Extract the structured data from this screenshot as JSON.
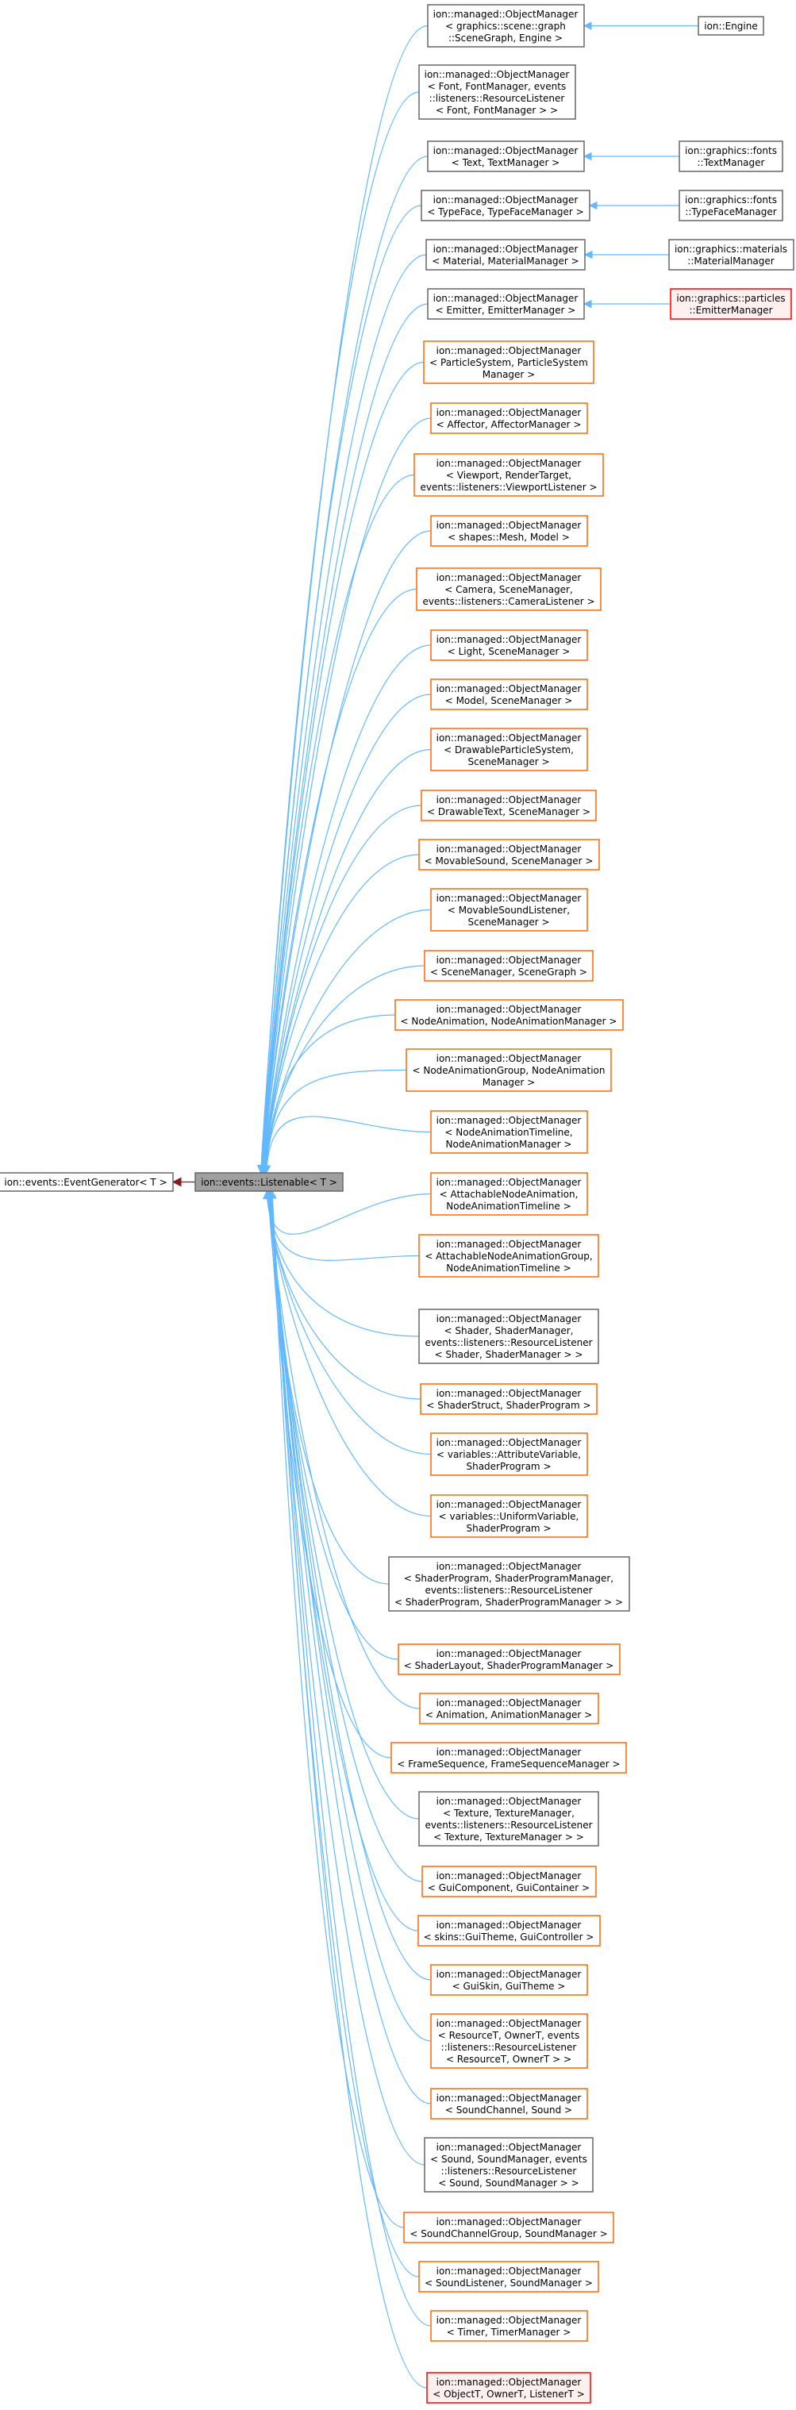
{
  "root": {
    "base": {
      "lines": [
        "ion::events::EventGenerator< T >"
      ],
      "style": "plain"
    },
    "center": {
      "lines": [
        "ion::events::Listenable< T >"
      ],
      "style": "gray"
    }
  },
  "colors": {
    "plain": "#666666",
    "orange": "#ff6600",
    "red": "#ff0000",
    "gray_fill": "#a0a0a0",
    "edge_blue": "#63b8ff",
    "edge_red": "#8b1a1a"
  },
  "managers": [
    {
      "lines": [
        "ion::managed::ObjectManager",
        "< graphics::scene::graph",
        "::SceneGraph, Engine >"
      ],
      "style": "plain",
      "child": {
        "lines": [
          "ion::Engine"
        ],
        "style": "plain"
      }
    },
    {
      "lines": [
        "ion::managed::ObjectManager",
        "< Font, FontManager, events",
        "::listeners::ResourceListener",
        "< Font, FontManager > >"
      ],
      "style": "plain"
    },
    {
      "lines": [
        "ion::managed::ObjectManager",
        "< Text, TextManager >"
      ],
      "style": "plain",
      "child": {
        "lines": [
          "ion::graphics::fonts",
          "::TextManager"
        ],
        "style": "plain"
      }
    },
    {
      "lines": [
        "ion::managed::ObjectManager",
        "< TypeFace, TypeFaceManager >"
      ],
      "style": "plain",
      "child": {
        "lines": [
          "ion::graphics::fonts",
          "::TypeFaceManager"
        ],
        "style": "plain"
      }
    },
    {
      "lines": [
        "ion::managed::ObjectManager",
        "< Material, MaterialManager >"
      ],
      "style": "plain",
      "child": {
        "lines": [
          "ion::graphics::materials",
          "::MaterialManager"
        ],
        "style": "plain"
      }
    },
    {
      "lines": [
        "ion::managed::ObjectManager",
        "< Emitter, EmitterManager >"
      ],
      "style": "plain",
      "child": {
        "lines": [
          "ion::graphics::particles",
          "::EmitterManager"
        ],
        "style": "red"
      }
    },
    {
      "lines": [
        "ion::managed::ObjectManager",
        "< ParticleSystem, ParticleSystem",
        "Manager >"
      ],
      "style": "orange"
    },
    {
      "lines": [
        "ion::managed::ObjectManager",
        "< Affector, AffectorManager >"
      ],
      "style": "orange"
    },
    {
      "lines": [
        "ion::managed::ObjectManager",
        "< Viewport, RenderTarget,",
        "events::listeners::ViewportListener >"
      ],
      "style": "orange"
    },
    {
      "lines": [
        "ion::managed::ObjectManager",
        "< shapes::Mesh, Model >"
      ],
      "style": "orange"
    },
    {
      "lines": [
        "ion::managed::ObjectManager",
        "< Camera, SceneManager,",
        "events::listeners::CameraListener >"
      ],
      "style": "orange"
    },
    {
      "lines": [
        "ion::managed::ObjectManager",
        "< Light, SceneManager >"
      ],
      "style": "orange"
    },
    {
      "lines": [
        "ion::managed::ObjectManager",
        "< Model, SceneManager >"
      ],
      "style": "orange"
    },
    {
      "lines": [
        "ion::managed::ObjectManager",
        "< DrawableParticleSystem,",
        "SceneManager >"
      ],
      "style": "orange"
    },
    {
      "lines": [
        "ion::managed::ObjectManager",
        "< DrawableText, SceneManager >"
      ],
      "style": "orange"
    },
    {
      "lines": [
        "ion::managed::ObjectManager",
        "< MovableSound, SceneManager >"
      ],
      "style": "orange"
    },
    {
      "lines": [
        "ion::managed::ObjectManager",
        "< MovableSoundListener,",
        "SceneManager >"
      ],
      "style": "orange"
    },
    {
      "lines": [
        "ion::managed::ObjectManager",
        "< SceneManager, SceneGraph >"
      ],
      "style": "orange"
    },
    {
      "lines": [
        "ion::managed::ObjectManager",
        "< NodeAnimation, NodeAnimationManager >"
      ],
      "style": "orange"
    },
    {
      "lines": [
        "ion::managed::ObjectManager",
        "< NodeAnimationGroup, NodeAnimation",
        "Manager >"
      ],
      "style": "orange"
    },
    {
      "lines": [
        "ion::managed::ObjectManager",
        "< NodeAnimationTimeline,",
        "NodeAnimationManager >"
      ],
      "style": "orange"
    },
    {
      "lines": [
        "ion::managed::ObjectManager",
        "< AttachableNodeAnimation,",
        "NodeAnimationTimeline >"
      ],
      "style": "orange"
    },
    {
      "lines": [
        "ion::managed::ObjectManager",
        "< AttachableNodeAnimationGroup,",
        "NodeAnimationTimeline >"
      ],
      "style": "orange"
    },
    {
      "lines": [
        "ion::managed::ObjectManager",
        "< Shader, ShaderManager,",
        "events::listeners::ResourceListener",
        "< Shader, ShaderManager > >"
      ],
      "style": "plain"
    },
    {
      "lines": [
        "ion::managed::ObjectManager",
        "< ShaderStruct, ShaderProgram >"
      ],
      "style": "orange"
    },
    {
      "lines": [
        "ion::managed::ObjectManager",
        "< variables::AttributeVariable,",
        "ShaderProgram >"
      ],
      "style": "orange"
    },
    {
      "lines": [
        "ion::managed::ObjectManager",
        "< variables::UniformVariable,",
        "ShaderProgram >"
      ],
      "style": "orange"
    },
    {
      "lines": [
        "ion::managed::ObjectManager",
        "< ShaderProgram, ShaderProgramManager,",
        "events::listeners::ResourceListener",
        "< ShaderProgram, ShaderProgramManager > >"
      ],
      "style": "plain"
    },
    {
      "lines": [
        "ion::managed::ObjectManager",
        "< ShaderLayout, ShaderProgramManager >"
      ],
      "style": "orange"
    },
    {
      "lines": [
        "ion::managed::ObjectManager",
        "< Animation, AnimationManager >"
      ],
      "style": "orange"
    },
    {
      "lines": [
        "ion::managed::ObjectManager",
        "< FrameSequence, FrameSequenceManager >"
      ],
      "style": "orange"
    },
    {
      "lines": [
        "ion::managed::ObjectManager",
        "< Texture, TextureManager,",
        "events::listeners::ResourceListener",
        "< Texture, TextureManager > >"
      ],
      "style": "plain"
    },
    {
      "lines": [
        "ion::managed::ObjectManager",
        "< GuiComponent, GuiContainer >"
      ],
      "style": "orange"
    },
    {
      "lines": [
        "ion::managed::ObjectManager",
        "< skins::GuiTheme, GuiController >"
      ],
      "style": "orange"
    },
    {
      "lines": [
        "ion::managed::ObjectManager",
        "< GuiSkin, GuiTheme >"
      ],
      "style": "orange"
    },
    {
      "lines": [
        "ion::managed::ObjectManager",
        "< ResourceT, OwnerT, events",
        "::listeners::ResourceListener",
        "< ResourceT, OwnerT > >"
      ],
      "style": "orange"
    },
    {
      "lines": [
        "ion::managed::ObjectManager",
        "< SoundChannel, Sound >"
      ],
      "style": "orange"
    },
    {
      "lines": [
        "ion::managed::ObjectManager",
        "< Sound, SoundManager, events",
        "::listeners::ResourceListener",
        "< Sound, SoundManager > >"
      ],
      "style": "plain"
    },
    {
      "lines": [
        "ion::managed::ObjectManager",
        "< SoundChannelGroup, SoundManager >"
      ],
      "style": "orange"
    },
    {
      "lines": [
        "ion::managed::ObjectManager",
        "< SoundListener, SoundManager >"
      ],
      "style": "orange"
    },
    {
      "lines": [
        "ion::managed::ObjectManager",
        "< Timer, TimerManager >"
      ],
      "style": "orange"
    },
    {
      "lines": [
        "ion::managed::ObjectManager",
        "< ObjectT, OwnerT, ListenerT >"
      ],
      "style": "red"
    }
  ]
}
